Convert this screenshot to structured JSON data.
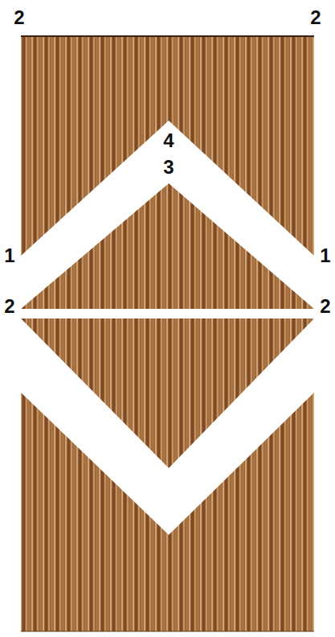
{
  "diagram": {
    "labels": [
      "2",
      "2",
      "4",
      "3",
      "1",
      "1",
      "2",
      "2"
    ]
  }
}
